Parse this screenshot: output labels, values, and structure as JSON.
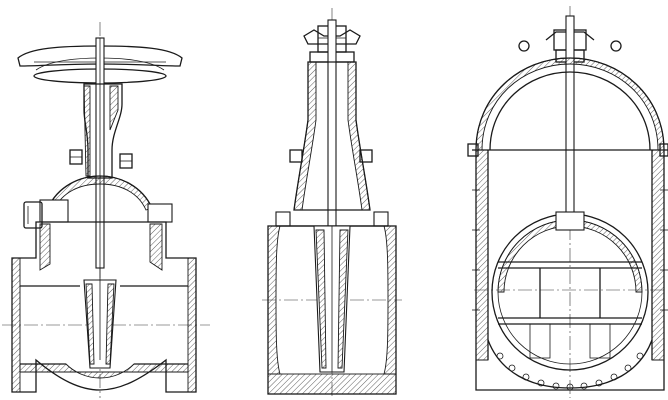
{
  "drawing": {
    "subject": "gate-valve",
    "views": [
      {
        "id": "view-1",
        "name": "resilient-seated-gate-valve-section"
      },
      {
        "id": "view-2",
        "name": "gate-valve-side-section"
      },
      {
        "id": "view-3",
        "name": "large-gate-valve-section"
      }
    ],
    "colors": {
      "line": "#1a1a1a",
      "centerline": "#333333",
      "background": "#ffffff"
    }
  }
}
